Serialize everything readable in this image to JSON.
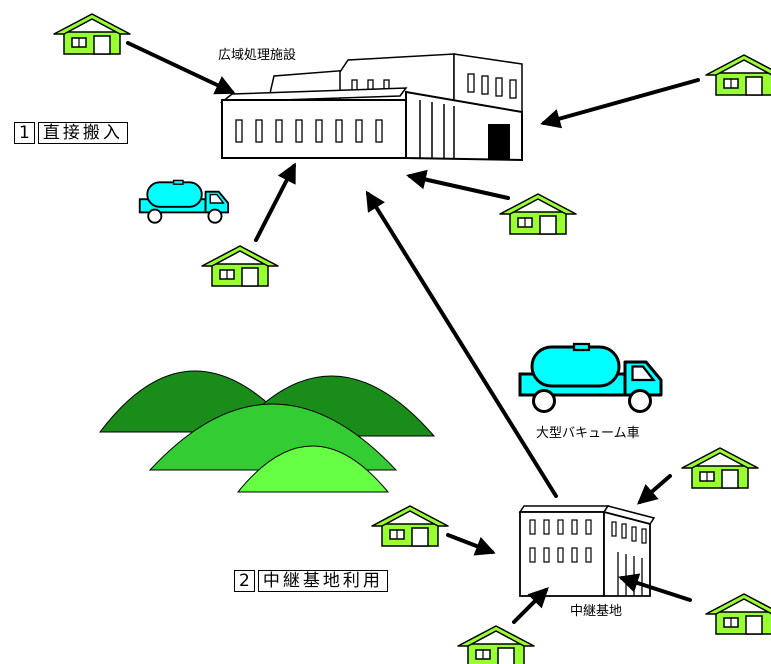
{
  "facility_label": "広域処理施設",
  "relay_label": "中継基地",
  "truck_label": "大型バキューム車",
  "route_direct": {
    "number": "1",
    "text": "直接搬入"
  },
  "route_relay": {
    "number": "2",
    "text": "中継基地利用"
  },
  "colors": {
    "house_fill": "#99ff33",
    "hill_dark": "#1a8c1a",
    "hill_mid": "#33cc33",
    "hill_light": "#66ff44",
    "truck_fill": "#00ffff"
  }
}
